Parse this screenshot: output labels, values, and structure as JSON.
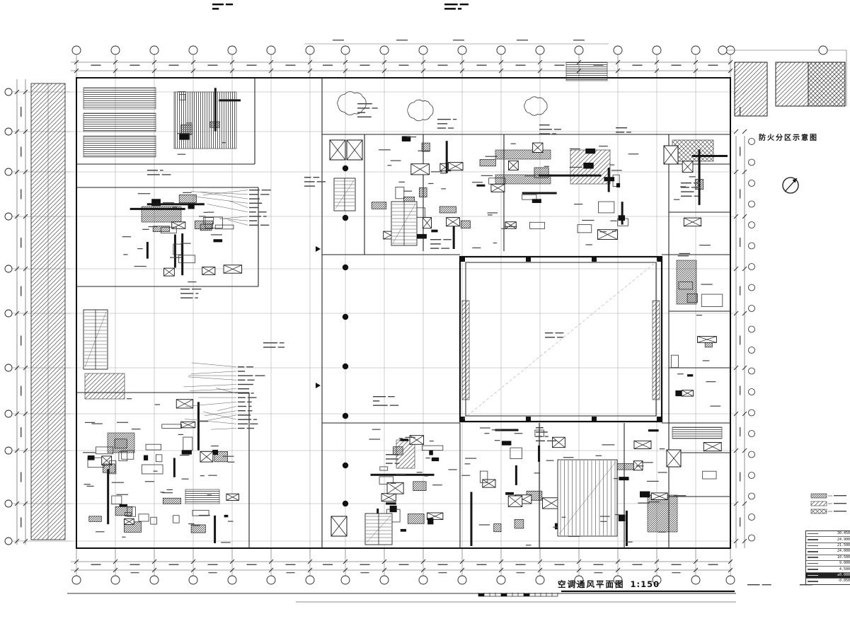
{
  "labels": {
    "fire_zone_schematic": "防火分区示意图"
  },
  "title_block": {
    "title": "空调通风平面图",
    "scale": "1:150"
  },
  "elevation_table": {
    "rows": [
      {
        "value": "30.450",
        "dark": false
      },
      {
        "value": "24.900",
        "dark": false
      },
      {
        "value": "21.500",
        "dark": false
      },
      {
        "value": "24.000",
        "dark": false
      },
      {
        "value": "10.500",
        "dark": false
      },
      {
        "value": "9.000",
        "dark": false
      },
      {
        "value": "4.500",
        "dark": false
      },
      {
        "value": "±0.000",
        "dark": true
      },
      {
        "value": "-0.050",
        "dark": false
      }
    ]
  },
  "legend": {
    "items": [
      {
        "icon": "dense-hatch-swatch"
      },
      {
        "icon": "diagonal-hatch-swatch"
      },
      {
        "icon": "cross-hatch-swatch"
      }
    ]
  },
  "north_arrow": {
    "icon": "north-arrow-icon"
  },
  "colors": {
    "line": "#1c1c1c",
    "light_line": "#9a9a9a",
    "hatch": "#555555",
    "paper": "#ffffff"
  }
}
